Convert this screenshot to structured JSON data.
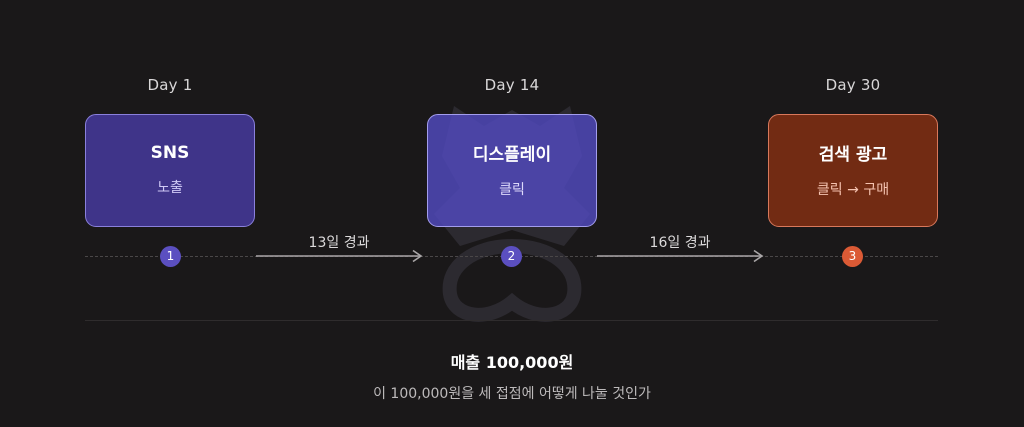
{
  "steps": [
    {
      "day": "Day 1",
      "title": "SNS",
      "action": "노출",
      "number": "1"
    },
    {
      "day": "Day 14",
      "title": "디스플레이",
      "action": "클릭",
      "number": "2"
    },
    {
      "day": "Day 30",
      "title": "검색 광고",
      "action": "클릭 → 구매",
      "number": "3"
    }
  ],
  "gaps": [
    "13일 경과",
    "16일 경과"
  ],
  "summary": {
    "revenue": "매출 100,000원",
    "question": "이 100,000원을 세 접점에 어떻게 나눌 것인가"
  },
  "colors": {
    "background": "#1a1819",
    "step1": "#3f3489",
    "step2": "#524ac0",
    "step3": "#722b13",
    "node_purple": "#5b4fc0",
    "node_orange": "#db5a35"
  }
}
